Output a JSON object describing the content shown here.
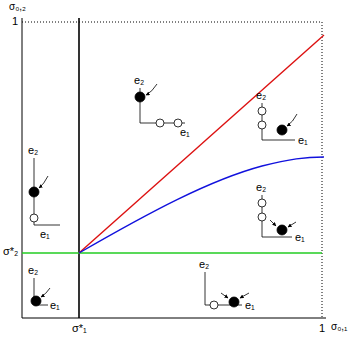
{
  "diagram": {
    "labels": [
      "σ₀,₂",
      "1",
      "σ*₂",
      "σ*₁",
      "1",
      "σ₀,₁",
      "e₂",
      "e₁",
      "e₂",
      "e₁",
      "e₂",
      "e₁",
      "e₂",
      "e₁",
      "e₂",
      "e₁",
      "e₂",
      "e₁"
    ]
  }
}
